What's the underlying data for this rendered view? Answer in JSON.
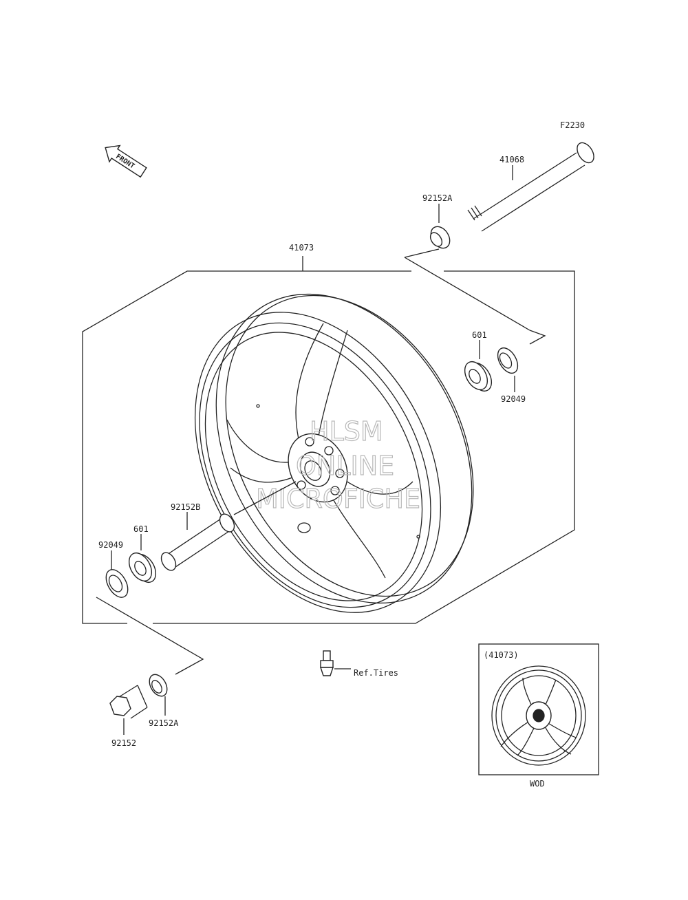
{
  "diagram_code": "F2230",
  "front_label": "FRONT",
  "parts": {
    "axle": "41068",
    "collar_top": "92152A",
    "wheel": "41073",
    "bearing_right": "601",
    "seal_right": "92049",
    "spacer": "92152B",
    "bearing_left": "601",
    "seal_left": "92049",
    "collar_left": "92152",
    "collar_bottom": "92152A"
  },
  "valve_ref": "Ref.Tires",
  "inset": {
    "title": "(41073)",
    "caption": "WOD"
  },
  "watermark": [
    "HLSM",
    "ONLINE",
    "MICROFICHE"
  ],
  "colors": {
    "line": "#222222",
    "watermark": "#b8b8b8",
    "background": "#ffffff"
  }
}
